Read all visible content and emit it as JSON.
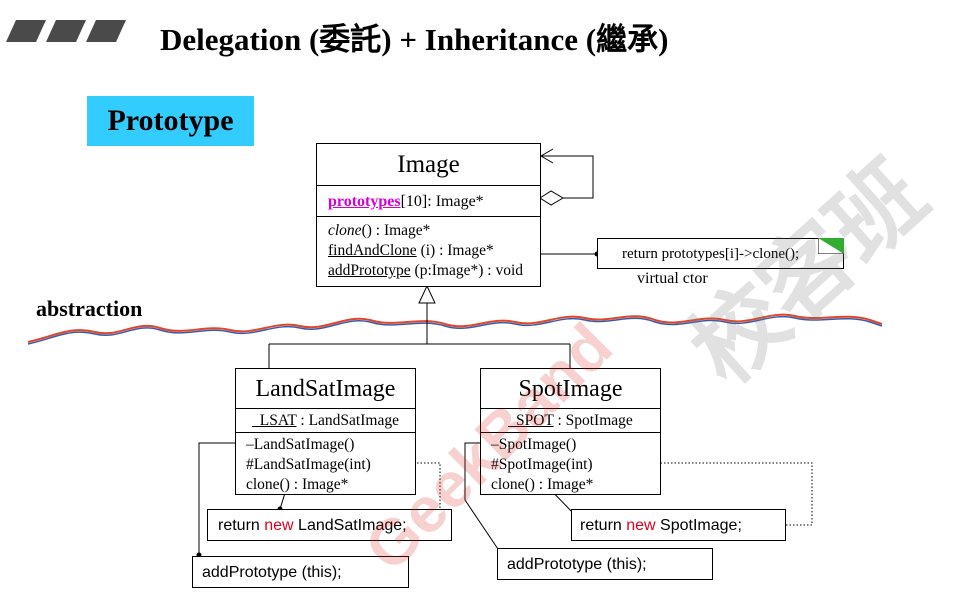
{
  "slide": {
    "title": "Delegation (委託) + Inheritance (繼承)",
    "section_label": "Prototype",
    "abstraction_label": "abstraction"
  },
  "image_class": {
    "name": "Image",
    "attr_name": "prototypes",
    "attr_rest": "[10]: Image*",
    "op_clone_name": "clone",
    "op_clone_rest": "() : Image*",
    "op_find_name": "findAndClone",
    "op_find_rest": " (i) : Image*",
    "op_add_name": "addPrototype",
    "op_add_rest": " (p:Image*) : void"
  },
  "note_virtual_ctor": {
    "code": "return prototypes[i]->clone();",
    "caption": "virtual ctor"
  },
  "landsat_class": {
    "name": "LandSatImage",
    "attr_name": "_LSAT",
    "attr_rest": " : LandSatImage",
    "op1": "–LandSatImage()",
    "op2": "#LandSatImage(int)",
    "op3": "clone() : Image*"
  },
  "spot_class": {
    "name": "SpotImage",
    "attr_name": "_SPOT",
    "attr_rest": " : SpotImage",
    "op1": "–SpotImage()",
    "op2": "#SpotImage(int)",
    "op3": "clone() : Image*"
  },
  "code_notes": {
    "landsat_return_prefix": "return ",
    "landsat_return_kw": "new",
    "landsat_return_suffix": " LandSatImage;",
    "spot_return_prefix": "return ",
    "spot_return_kw": "new",
    "spot_return_suffix": " SpotImage;",
    "landsat_add": "addPrototype (this);",
    "spot_add": "addPrototype (this);"
  },
  "watermark": {
    "chinese": "校客班",
    "latin": "GeekBand"
  },
  "colors": {
    "prototype_bg": "#33ccff",
    "keyword_new": "#e0001b",
    "attr_highlight": "#d400d4",
    "wave_red": "#e0462a",
    "wave_blue": "#3a5aa8",
    "note_corner": "#2fae2f"
  }
}
